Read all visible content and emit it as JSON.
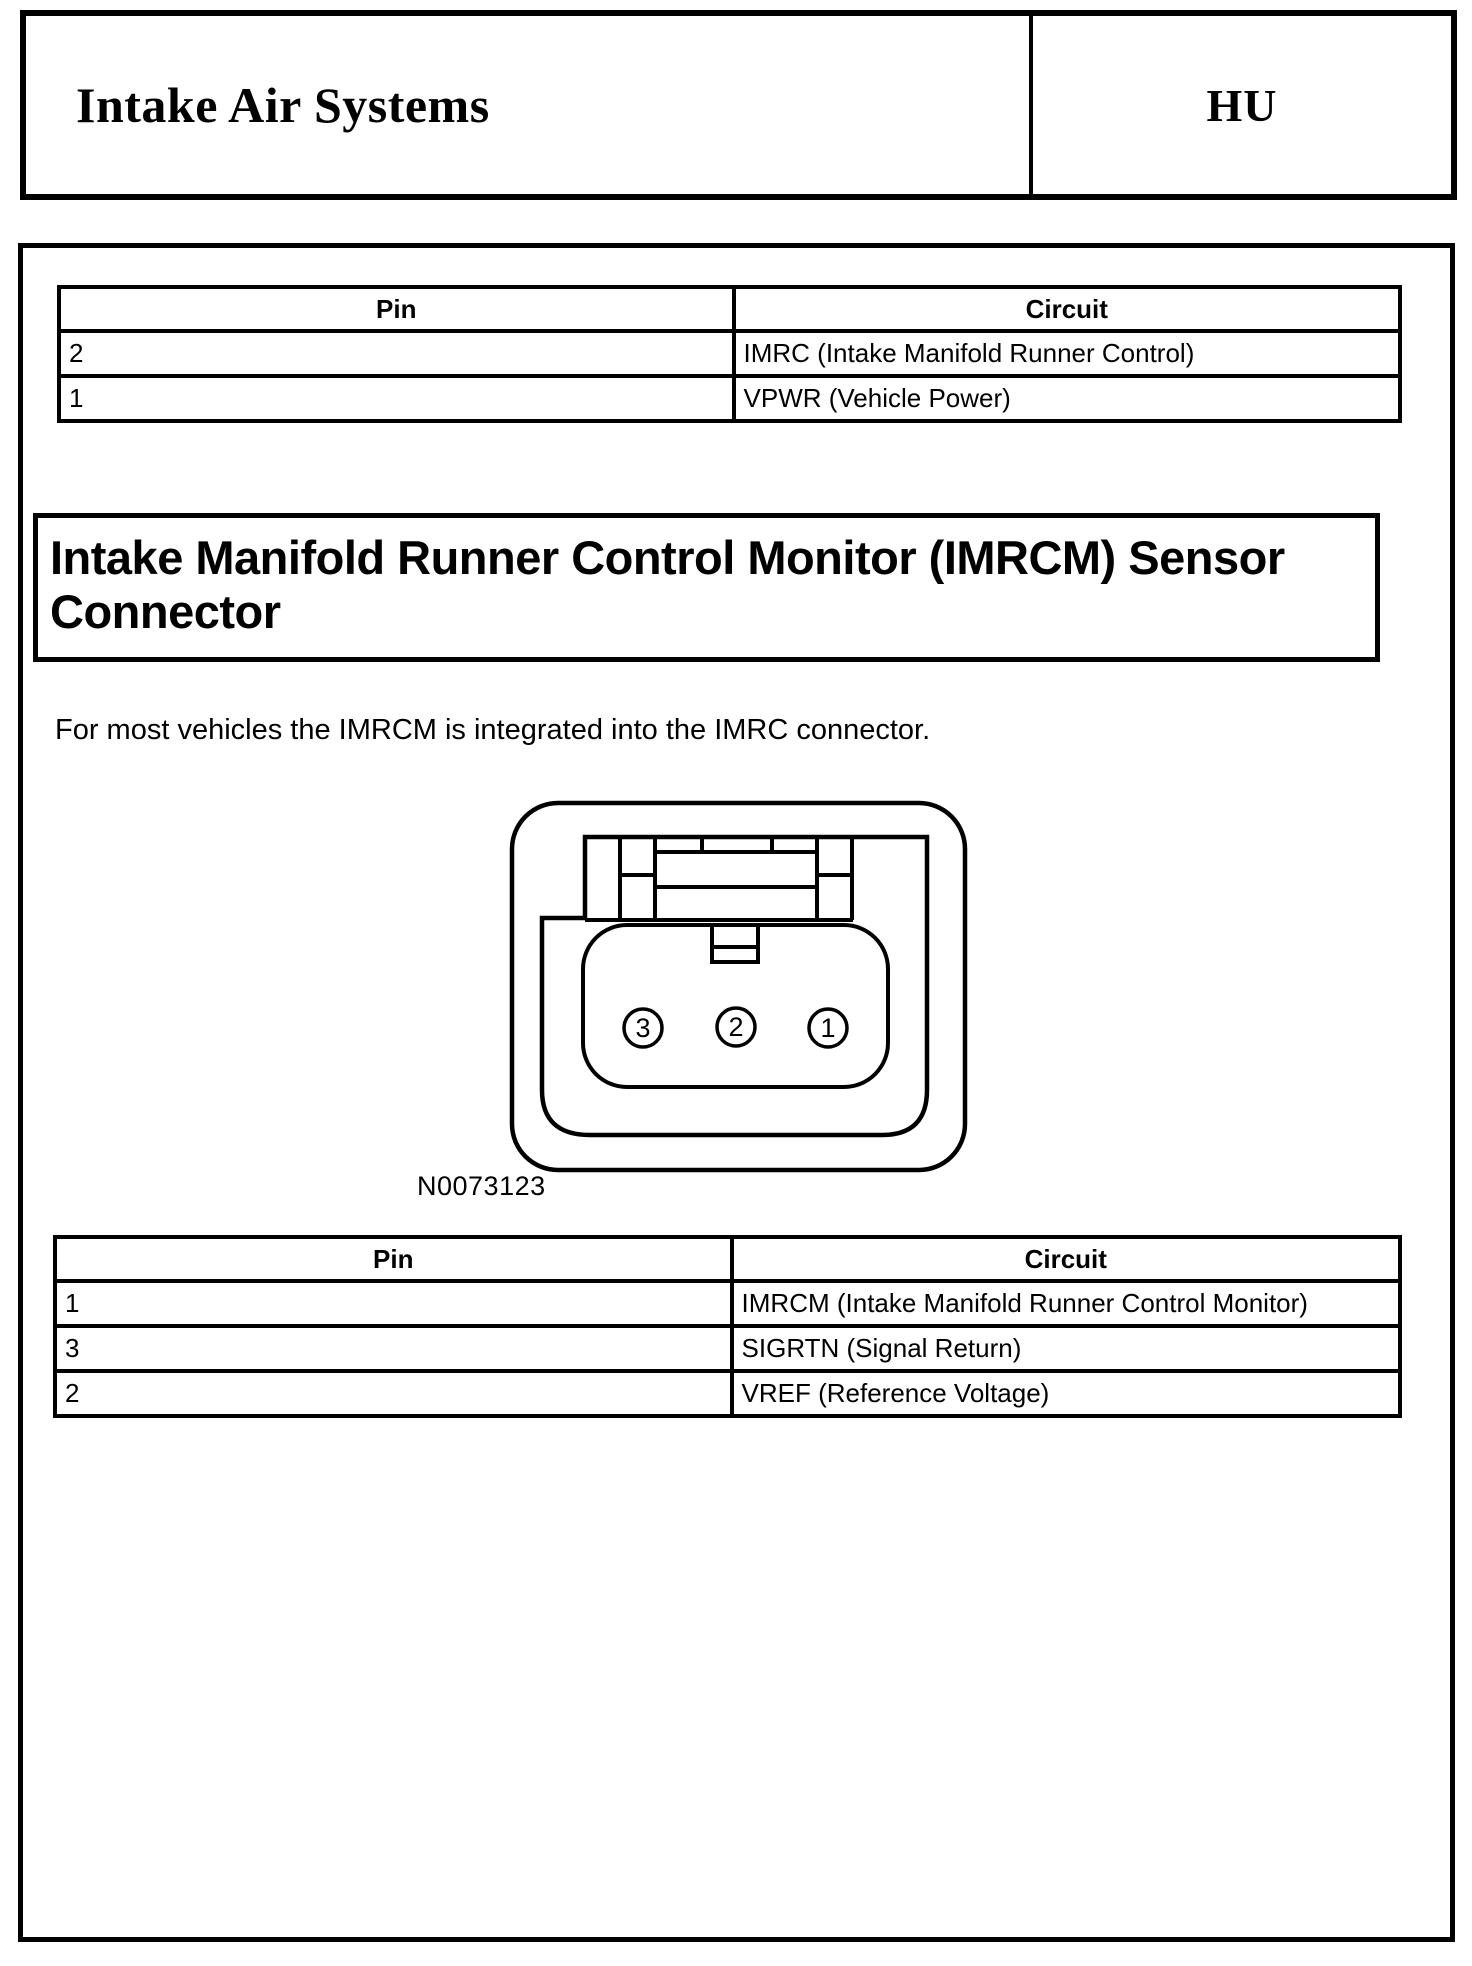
{
  "header": {
    "title": "Intake Air Systems",
    "section_code": "HU"
  },
  "section_title": "Intake Manifold Runner Control Monitor (IMRCM) Sensor Connector",
  "body_text": "For most vehicles the IMRCM is integrated into the IMRC connector.",
  "tables": [
    {
      "headers": [
        "Pin",
        "Circuit"
      ],
      "rows": [
        {
          "pin": "2",
          "circuit": "IMRC (Intake Manifold Runner Control)"
        },
        {
          "pin": "1",
          "circuit": "VPWR (Vehicle Power)"
        }
      ]
    },
    {
      "headers": [
        "Pin",
        "Circuit"
      ],
      "rows": [
        {
          "pin": "1",
          "circuit": "IMRCM (Intake Manifold Runner Control Monitor)"
        },
        {
          "pin": "3",
          "circuit": "SIGRTN (Signal Return)"
        },
        {
          "pin": "2",
          "circuit": "VREF (Reference Voltage)"
        }
      ]
    }
  ],
  "diagram": {
    "figure_number": "N0073123",
    "pin_labels": [
      "3",
      "2",
      "1"
    ]
  },
  "colors": {
    "ink": "#000000",
    "paper": "#ffffff"
  }
}
